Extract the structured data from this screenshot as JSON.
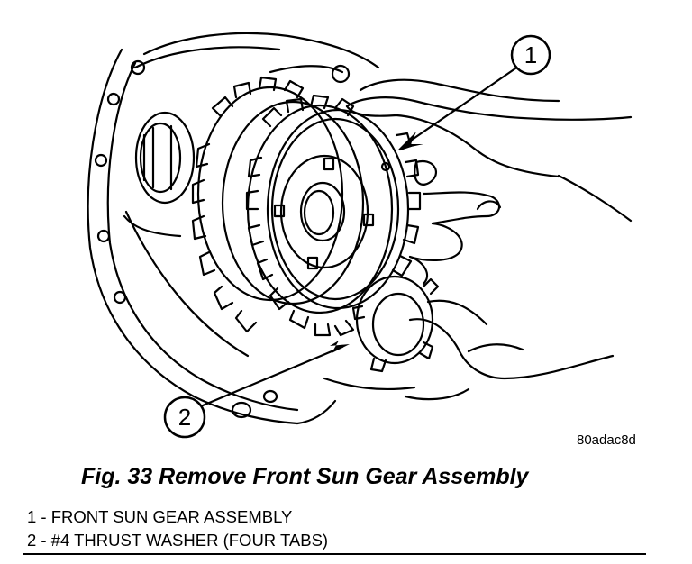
{
  "figure": {
    "callouts": [
      {
        "number": "1"
      },
      {
        "number": "2"
      }
    ],
    "image_code": "80adac8d"
  },
  "caption": "Fig. 33 Remove Front Sun Gear Assembly",
  "legend": [
    "1 - FRONT SUN GEAR ASSEMBLY",
    "2 - #4 THRUST WASHER (FOUR TABS)"
  ]
}
